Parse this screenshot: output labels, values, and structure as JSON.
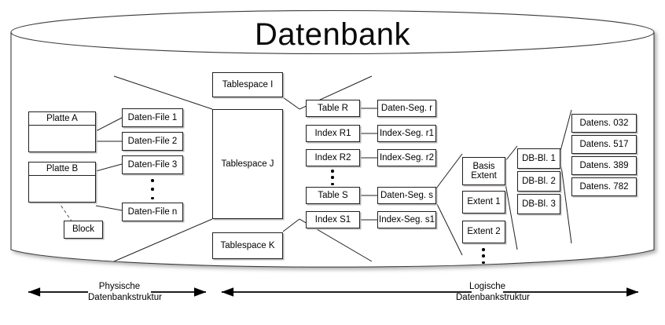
{
  "diagram": {
    "title": "Datenbank",
    "physical": {
      "disks": [
        {
          "name": "Platte A"
        },
        {
          "name": "Platte B"
        }
      ],
      "block_label": "Block",
      "data_files": [
        "Daten-File 1",
        "Daten-File 2",
        "Daten-File 3",
        "Daten-File n"
      ]
    },
    "tablespaces": [
      "Tablespace I",
      "Tablespace J",
      "Tablespace K"
    ],
    "tables_indexes": [
      "Table R",
      "Index R1",
      "Index R2",
      "Table S",
      "Index S1"
    ],
    "segments": [
      "Daten-Seg. r",
      "Index-Seg. r1",
      "Index-Seg. r2",
      "Daten-Seg. s",
      "Index-Seg. s1"
    ],
    "extents": [
      "Basis Extent",
      "Extent 1",
      "Extent 2"
    ],
    "extent_basis_line1": "Basis",
    "extent_basis_line2": "Extent",
    "db_blocks": [
      "DB-Bl. 1",
      "DB-Bl. 2",
      "DB-Bl. 3"
    ],
    "data_records": [
      "Datens. 032",
      "Datens. 517",
      "Datens. 389",
      "Datens. 782"
    ],
    "legend": {
      "left_line1": "Physische",
      "left_line2": "Datenbankstruktur",
      "right_line1": "Logische",
      "right_line2": "Datenbankstruktur"
    }
  },
  "colors": {
    "stroke": "#231f20",
    "shadow": "#b9b9b9",
    "background": "#ffffff"
  }
}
